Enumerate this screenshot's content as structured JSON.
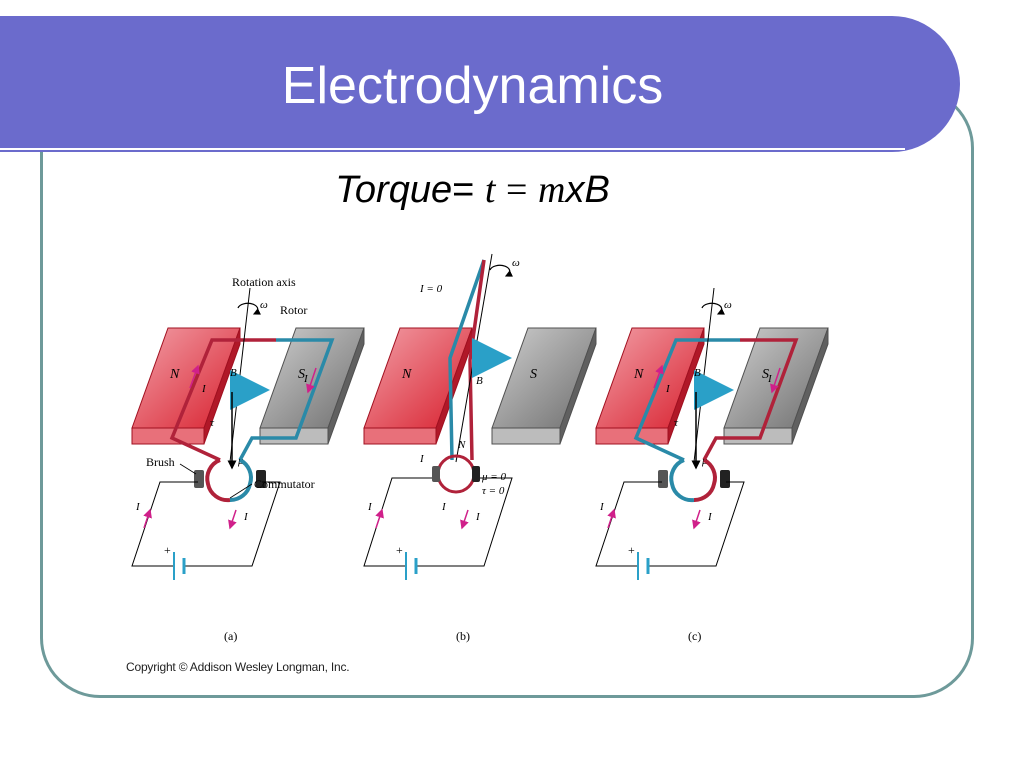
{
  "title": "Electrodynamics",
  "formula": {
    "word": "Torque",
    "eq1": "=",
    "tau": "t",
    "eq2": "=",
    "m": "m",
    "x": "x",
    "b": "B"
  },
  "panels": [
    {
      "caption": "(a)",
      "labels": {
        "rotation_axis": "Rotation axis",
        "rotor": "Rotor",
        "omega": "ω",
        "north": "N",
        "south": "S",
        "current": "I",
        "b_field": "B",
        "torque": "τ",
        "mu": "μ",
        "brush": "Brush",
        "commutator": "Commutator",
        "plus": "+"
      }
    },
    {
      "caption": "(b)",
      "labels": {
        "omega": "ω",
        "i_zero": "I = 0",
        "north": "N",
        "south": "S",
        "current": "I",
        "b_field": "B",
        "coil_n": "N",
        "mu_zero": "μ = 0",
        "tau_zero": "τ = 0",
        "plus": "+"
      }
    },
    {
      "caption": "(c)",
      "labels": {
        "omega": "ω",
        "north": "N",
        "south": "S",
        "current": "I",
        "b_field": "B",
        "torque": "τ",
        "mu": "μ",
        "plus": "+"
      }
    }
  ],
  "copyright": "Copyright © Addison Wesley Longman, Inc.",
  "colors": {
    "title_bar": "#6b6bcc",
    "frame": "#6e9a9a",
    "north_magnet": "#e0303a",
    "south_magnet": "#8a8a8a",
    "coil_red": "#b0223a",
    "coil_teal": "#2a8aa8",
    "arrow_pink": "#d0208a",
    "field_arrow": "#2aa0c8"
  }
}
